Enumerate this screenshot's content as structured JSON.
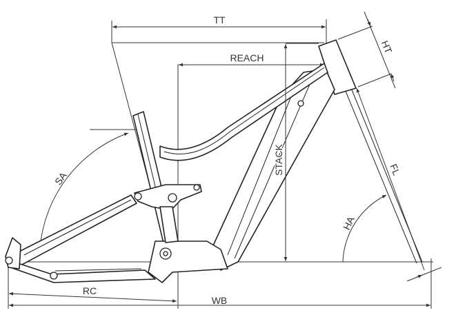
{
  "diagram": {
    "title": "Bike frame geometry",
    "labels": {
      "tt": "TT",
      "reach": "REACH",
      "ht": "HT",
      "stack": "STACK",
      "sa": "SA",
      "fl": "FL",
      "ha": "HA",
      "rc": "RC",
      "wb": "WB"
    }
  }
}
